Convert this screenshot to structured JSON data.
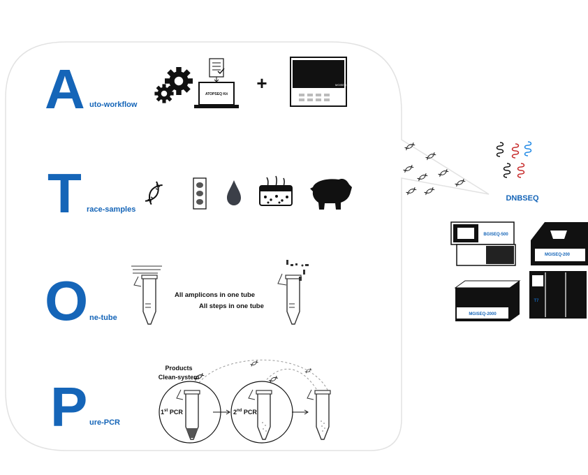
{
  "colors": {
    "accent": "#1565b8",
    "ink": "#111111",
    "panel_border": "#e0e0e0"
  },
  "atop": [
    {
      "letter": "A",
      "suffix": "uto-workflow"
    },
    {
      "letter": "T",
      "suffix": "race-samples"
    },
    {
      "letter": "O",
      "suffix": "ne-tube"
    },
    {
      "letter": "P",
      "suffix": "ure-PCR"
    }
  ],
  "workflow": {
    "laptop_screen_text": "ATOPSEQ Kit",
    "plus": "+",
    "sequencer_label": "MGISEQ"
  },
  "one_tube": {
    "line1": "All amplicons in one tube",
    "line2": "All steps in one tube"
  },
  "pure_pcr": {
    "products_line1": "Products",
    "products_line2": "Clean-system",
    "pcr1_num": "1",
    "pcr1_sup": "st",
    "pcr1_word": " PCR",
    "pcr2_num": "2",
    "pcr2_sup": "nd",
    "pcr2_word": " PCR"
  },
  "dnbseq": {
    "title": "DNBSEQ",
    "instruments": [
      "BGISEQ-500",
      "MGISEQ-200",
      "MGISEQ-2000",
      "T7"
    ]
  },
  "icons": [
    "gears-icon",
    "checklist-icon",
    "laptop-icon",
    "sequencer-icon",
    "dna-icon",
    "tissue-slide-icon",
    "blood-drop-icon",
    "skin-hair-icon",
    "pig-icon",
    "pcr-tube-icon"
  ]
}
